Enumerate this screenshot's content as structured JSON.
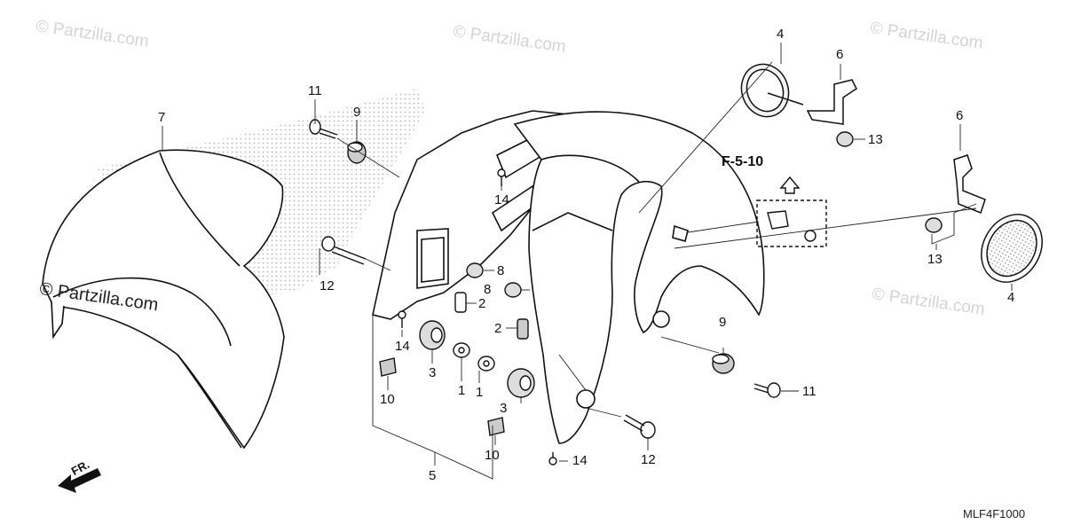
{
  "watermarks": [
    "© Partzilla.com",
    "© Partzilla.com",
    "© Partzilla.com",
    "© Partzilla.com",
    "© Partzilla.com"
  ],
  "reference_label": "F-5-10",
  "direction_label": "FR.",
  "diagram_code": "MLF4F1000",
  "callouts": {
    "c7": "7",
    "c11a": "11",
    "c9a": "9",
    "c12a": "12",
    "c14a": "14",
    "c14b": "14",
    "c8a": "8",
    "c8b": "8",
    "c2a": "2",
    "c2b": "2",
    "c3a": "3",
    "c3b": "3",
    "c1a": "1",
    "c1b": "1",
    "c10a": "10",
    "c10b": "10",
    "c5": "5",
    "c14c": "14",
    "c12b": "12",
    "c9b": "9",
    "c11b": "11",
    "c4a": "4",
    "c6a": "6",
    "c13a": "13",
    "c6b": "6",
    "c13b": "13",
    "c4b": "4"
  }
}
